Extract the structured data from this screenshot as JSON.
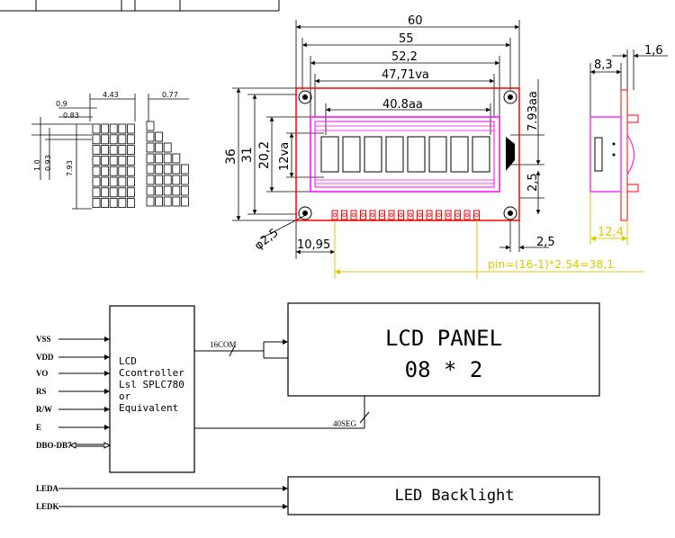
{
  "front_view": {
    "width_60": "60",
    "width_55": "55",
    "width_52_2": "52,2",
    "width_47_71": "47,71va",
    "width_40_8": "40.8aa",
    "height_36": "36",
    "height_31": "31",
    "height_20_2": "20,2",
    "height_12": "12va",
    "height_7_93": "7.93aa",
    "offset_2_5_right": "2,5",
    "offset_2_5_bottom": "2,5",
    "hole_dia": "φ2,5",
    "offset_10_95": "10,95",
    "pin_formula": "pin=(16-1)*2.54=38,1"
  },
  "side_view": {
    "dim_8_3": "8,3",
    "dim_1_6": "1,6",
    "dim_12_4": "12,4"
  },
  "char_detail": {
    "dot_w": "0.9",
    "dot_w2": "0.83",
    "char_w": "4.43",
    "pitch": "0.77",
    "dot_h": "1.0",
    "dot_h2": "0.93",
    "char_h": "7.93"
  },
  "block": {
    "inputs": [
      "VSS",
      "VDD",
      "VO",
      "RS",
      "R/W",
      "E",
      "DBO-DB7"
    ],
    "controller_lines": [
      "LCD",
      "Ccontroller",
      "Lsl SPLC780",
      "or",
      "Equivalent"
    ],
    "com_label": "16COM",
    "seg_label": "40SEG",
    "panel_title": "LCD PANEL",
    "panel_format": "08 * 2",
    "led_inputs": [
      "LEDA",
      "LEDK"
    ],
    "backlight_label": "LED Backlight"
  },
  "colors": {
    "outline": "#ff0000",
    "display": "#ff00ff",
    "pin_dim": "#ffff00"
  }
}
